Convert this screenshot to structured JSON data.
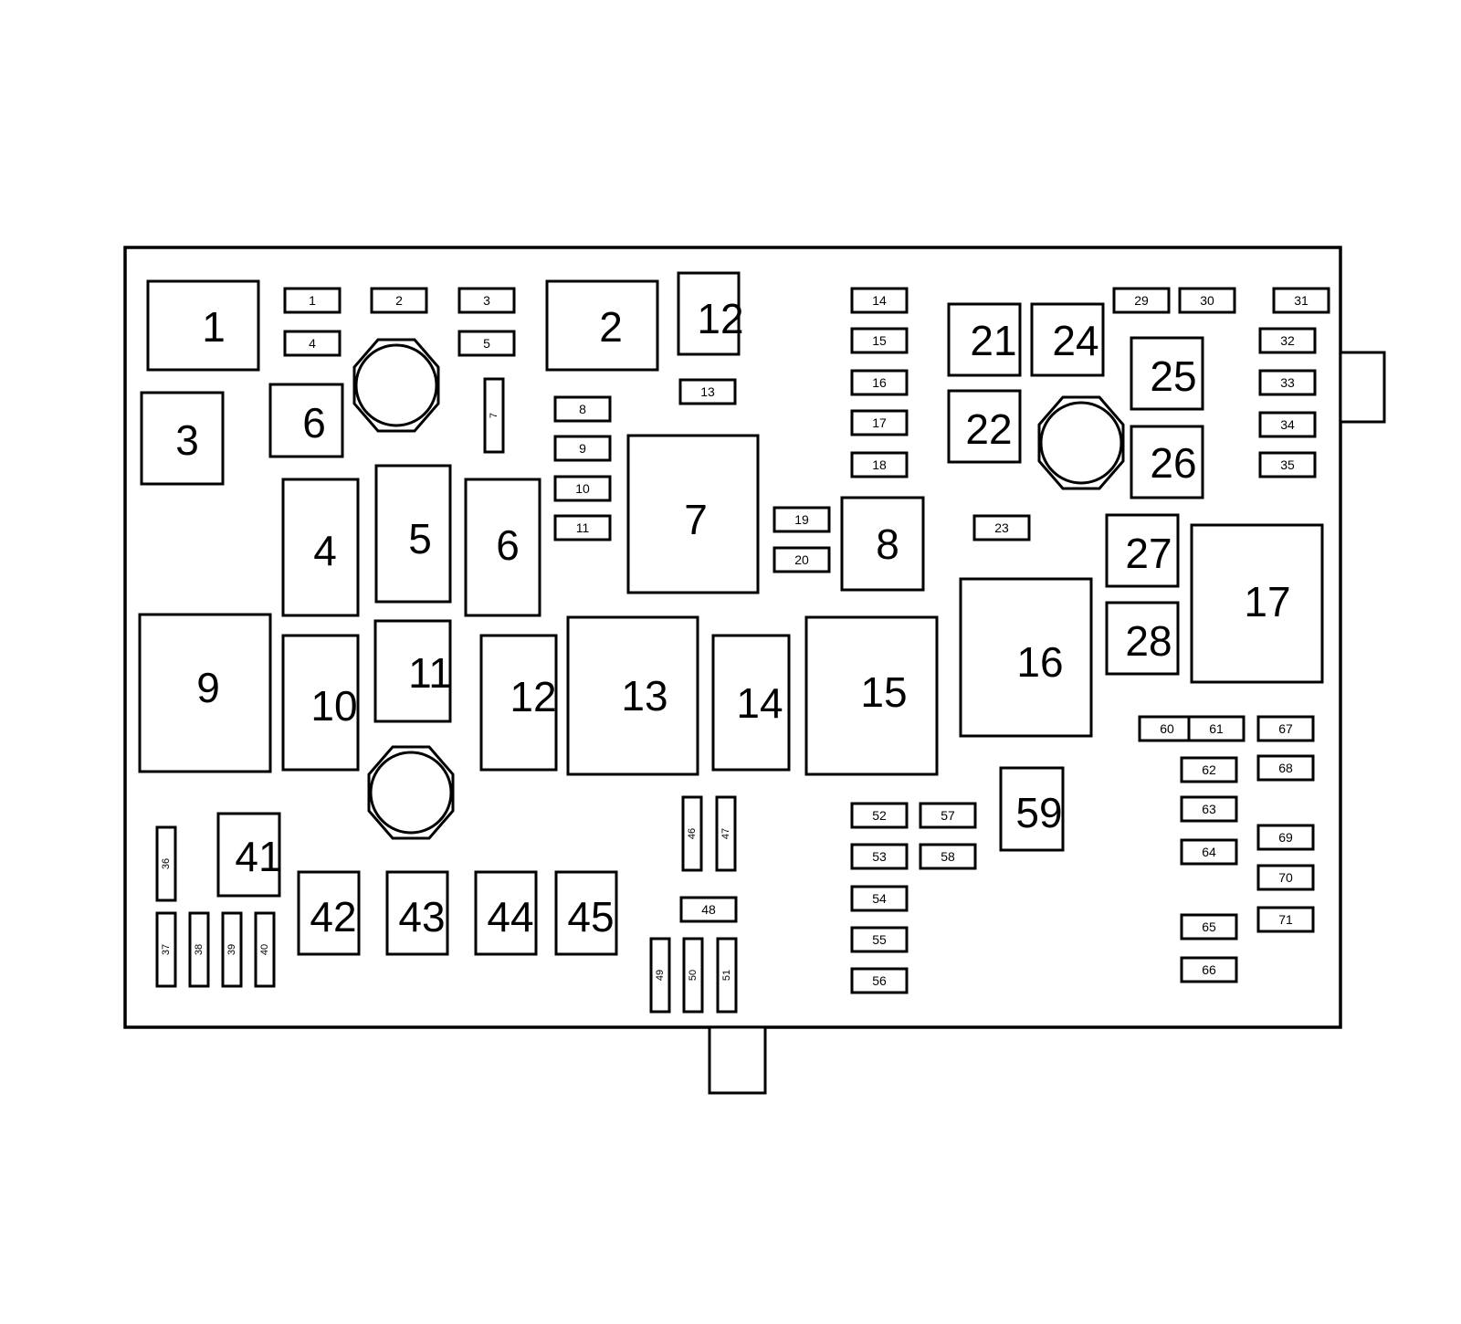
{
  "diagram": {
    "type": "fuse-box-layout",
    "stroke_color": "#000000",
    "background_color": "#ffffff",
    "relays": [
      "1",
      "2",
      "3",
      "4",
      "5",
      "6",
      "6",
      "7",
      "8",
      "9",
      "10",
      "11",
      "12",
      "12",
      "13",
      "14",
      "15",
      "16",
      "17",
      "21",
      "22",
      "24",
      "25",
      "26",
      "27",
      "28",
      "41",
      "42",
      "43",
      "44",
      "45",
      "59"
    ],
    "fuses": [
      "1",
      "2",
      "3",
      "4",
      "5",
      "7",
      "8",
      "9",
      "10",
      "11",
      "13",
      "14",
      "15",
      "16",
      "17",
      "18",
      "19",
      "20",
      "23",
      "29",
      "30",
      "31",
      "32",
      "33",
      "34",
      "35",
      "36",
      "37",
      "38",
      "39",
      "40",
      "46",
      "47",
      "48",
      "49",
      "50",
      "51",
      "52",
      "53",
      "54",
      "55",
      "56",
      "57",
      "58",
      "60",
      "61",
      "62",
      "63",
      "64",
      "65",
      "66",
      "67",
      "68",
      "69",
      "70",
      "71"
    ],
    "mounting_studs": 3,
    "connector_tabs": 2
  }
}
